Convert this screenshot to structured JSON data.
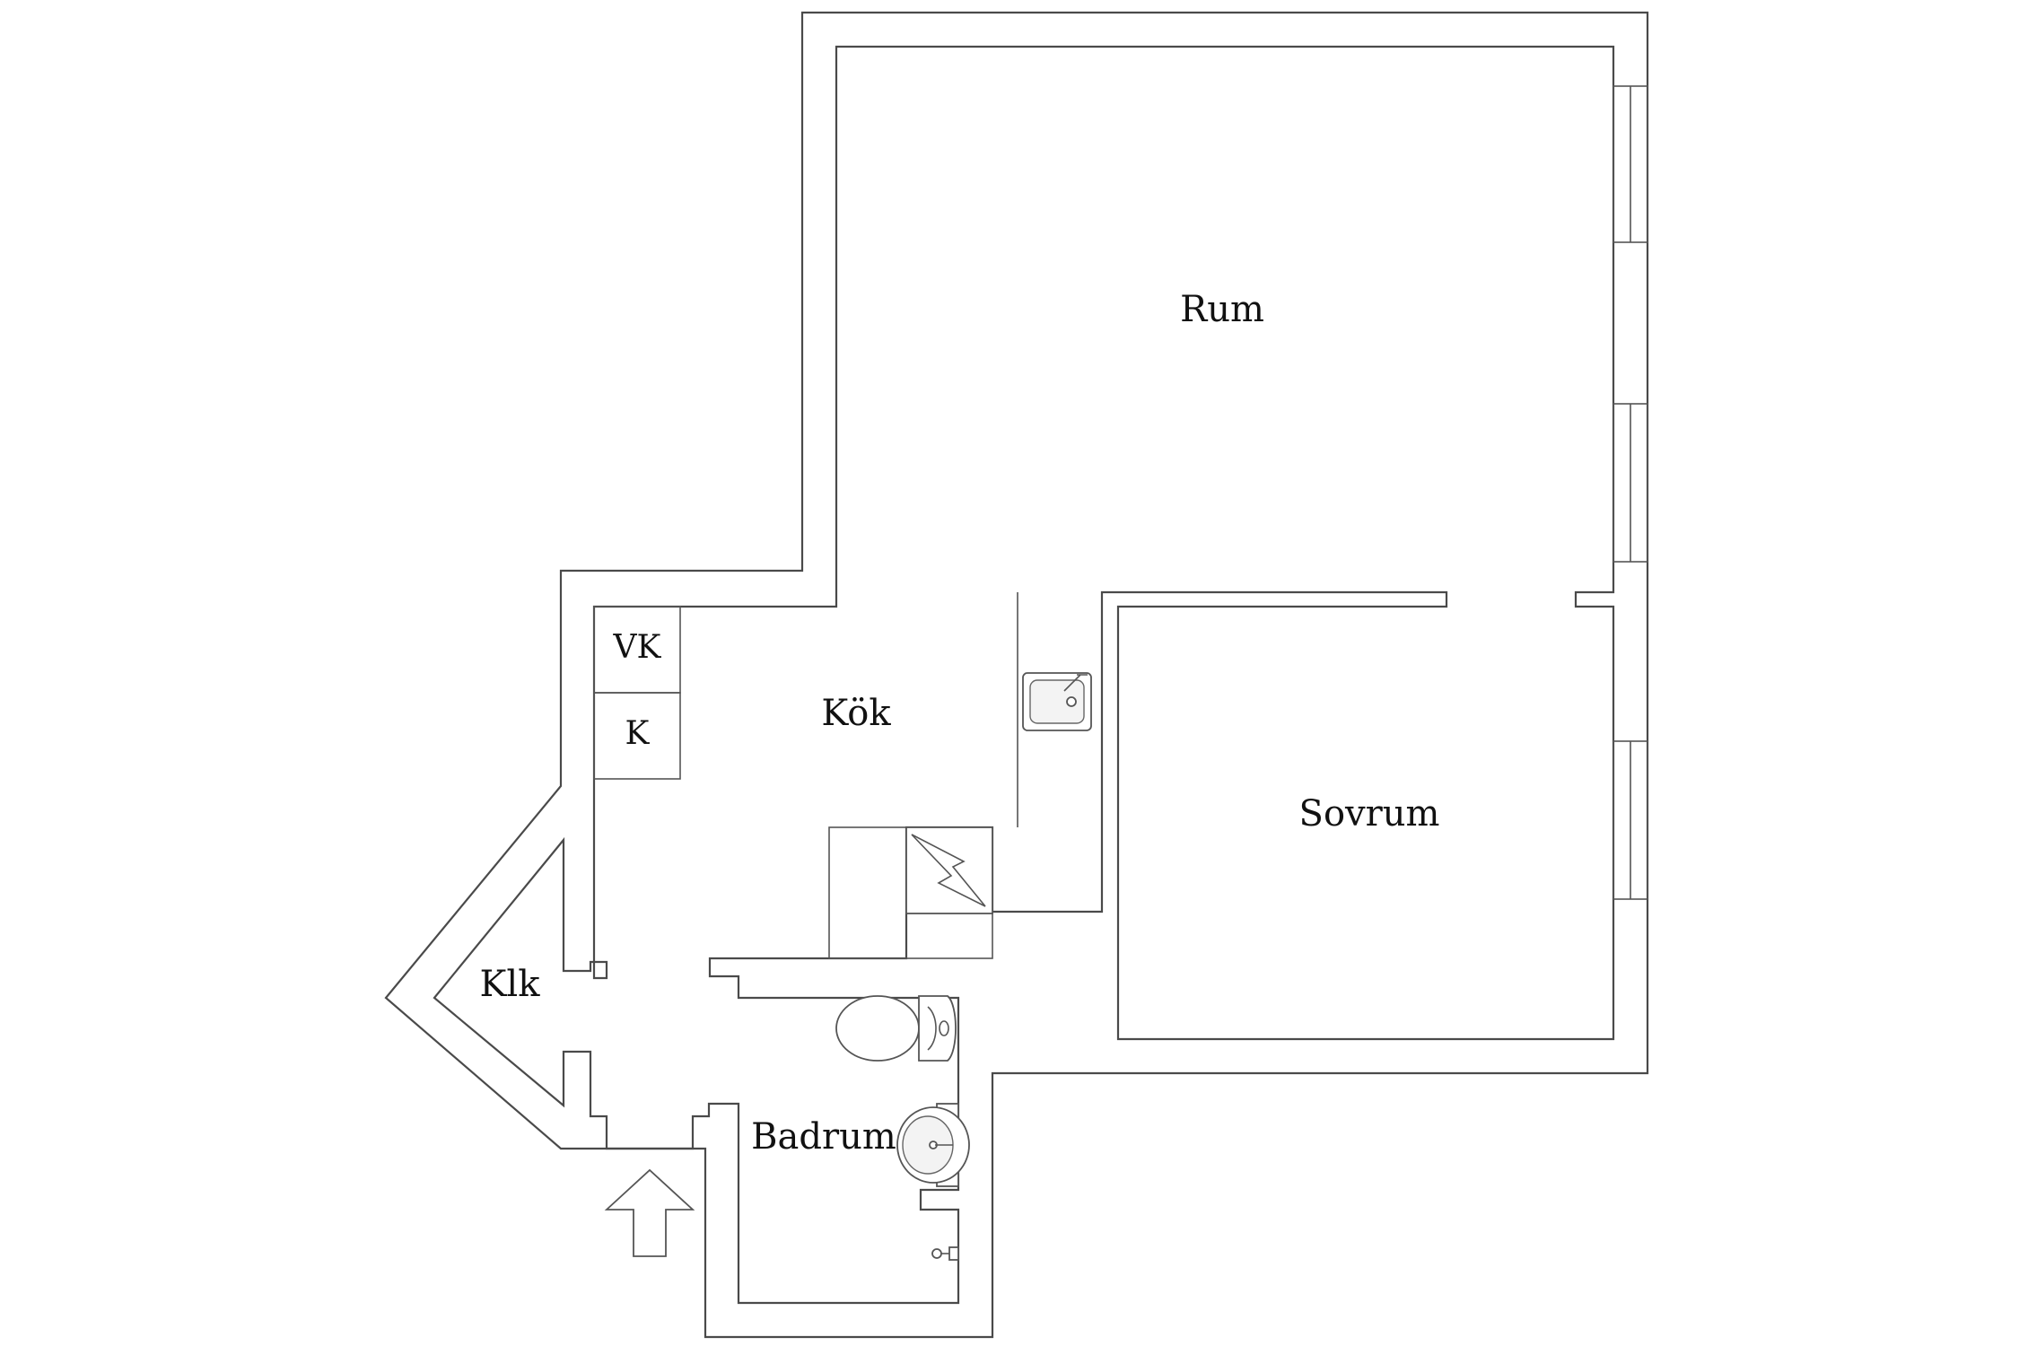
{
  "rooms": {
    "rum": "Rum",
    "kok": "Kök",
    "sovrum": "Sovrum",
    "klk": "Klk",
    "badrum": "Badrum",
    "vk": "VK",
    "k": "K"
  },
  "icons": {
    "entrance": "entrance-arrow-icon",
    "chimney": "chimney-icon",
    "sink": "kitchen-sink-icon",
    "toilet": "toilet-icon",
    "washbasin": "washbasin-icon",
    "shower": "shower-head-icon"
  }
}
